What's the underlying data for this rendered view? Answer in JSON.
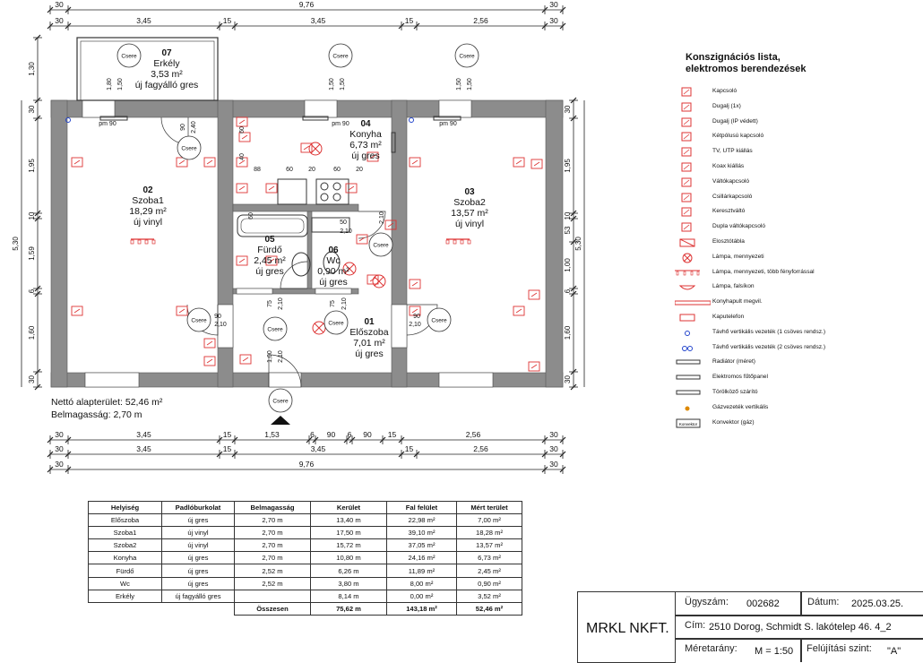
{
  "dims": {
    "top1": [
      "30",
      "9,76",
      "30"
    ],
    "top2": [
      "30",
      "3,45",
      "15",
      "3,45",
      "15",
      "2,56",
      "30"
    ],
    "bot1": [
      "30",
      "3,45",
      "15",
      "1,53",
      "6",
      "90",
      "6",
      "90",
      "15",
      "2,56",
      "30"
    ],
    "bot2": [
      "30",
      "3,45",
      "15",
      "3,45",
      "15",
      "2,56",
      "30"
    ],
    "bot3": [
      "30",
      "9,76",
      "30"
    ],
    "left": [
      "1,30",
      "30",
      "1,95",
      "10",
      "1,59",
      "6",
      "1,60",
      "30"
    ],
    "left_total": "5,30",
    "right": [
      "30",
      "1,95",
      "10",
      "53",
      "1,00",
      "6",
      "1,60",
      "30"
    ],
    "right_total": "5,30"
  },
  "rooms": [
    {
      "num": "07",
      "name": "Erkély",
      "area": "3,53 m²",
      "floor": "új fagyálló gres"
    },
    {
      "num": "02",
      "name": "Szoba1",
      "area": "18,29 m²",
      "floor": "új vinyl"
    },
    {
      "num": "04",
      "name": "Konyha",
      "area": "6,73 m²",
      "floor": "új gres"
    },
    {
      "num": "03",
      "name": "Szoba2",
      "area": "13,57 m²",
      "floor": "új vinyl"
    },
    {
      "num": "05",
      "name": "Fürdő",
      "area": "2,45 m²",
      "floor": "új gres"
    },
    {
      "num": "06",
      "name": "Wc",
      "area": "0,90 m²",
      "floor": "új gres"
    },
    {
      "num": "01",
      "name": "Előszoba",
      "area": "7,01 m²",
      "floor": "új gres"
    }
  ],
  "inner_labels": [
    "1,80",
    "1,50",
    "1,50",
    "1,50",
    "1,50",
    "1,50",
    "90",
    "2,40",
    "pm 90",
    "pm 90",
    "pm 90",
    "60",
    "40",
    "88",
    "60",
    "20",
    "60",
    "20",
    "50",
    "2,10",
    "2,10",
    "60",
    "75",
    "2,10",
    "75",
    "2,10",
    "90",
    "2,10",
    "90",
    "2,10",
    "1,00",
    "2,10"
  ],
  "swap_label": "Csere",
  "stats": {
    "area": "Nettó alapterület: 52,46 m²",
    "height": "Belmagasság: 2,70 m"
  },
  "legend": {
    "title": [
      "Konszignációs lista,",
      "elektromos berendezések"
    ],
    "items": [
      {
        "label": "Kapcsoló",
        "icon": "switch-icon"
      },
      {
        "label": "Dugalj (1x)",
        "icon": "socket-icon"
      },
      {
        "label": "Dugalj (IP védett)",
        "icon": "socket-ip-icon"
      },
      {
        "label": "Kétpólusú kapcsoló",
        "icon": "double-pole-switch-icon"
      },
      {
        "label": "TV, UTP kiállás",
        "icon": "tv-utp-icon"
      },
      {
        "label": "Koax kiállás",
        "icon": "coax-icon"
      },
      {
        "label": "Váltókapcsoló",
        "icon": "changeover-switch-icon"
      },
      {
        "label": "Csillárkapcsoló",
        "icon": "chandelier-switch-icon"
      },
      {
        "label": "Keresztváltó",
        "icon": "cross-switch-icon"
      },
      {
        "label": "Dupla váltókapcsoló",
        "icon": "double-changeover-icon"
      },
      {
        "label": "Elosztótábla",
        "icon": "distribution-board-icon"
      },
      {
        "label": "Lámpa, mennyezeti",
        "icon": "ceiling-lamp-icon"
      },
      {
        "label": "Lámpa, mennyezeti, több fényforrással",
        "icon": "multi-lamp-icon"
      },
      {
        "label": "Lámpa, falsíkon",
        "icon": "wall-lamp-icon"
      },
      {
        "label": "Konyhapult megvil.",
        "icon": "counter-light-icon"
      },
      {
        "label": "Kaputelefon",
        "icon": "intercom-icon"
      },
      {
        "label": "Távhő vertikális vezeték (1 csöves rendsz.)",
        "icon": "pipe-single-icon"
      },
      {
        "label": "Távhő vertikális vezeték (2 csöves rendsz.)",
        "icon": "pipe-double-icon"
      },
      {
        "label": "Radiátor (méret)",
        "icon": "radiator-icon"
      },
      {
        "label": "Elektromos fűtőpanel",
        "icon": "heating-panel-icon"
      },
      {
        "label": "Törölköző szárító",
        "icon": "towel-dryer-icon"
      },
      {
        "label": "Gázvezeték vertikális",
        "icon": "gas-pipe-icon"
      },
      {
        "label": "Konvektor (gáz)",
        "icon": "convector-icon"
      }
    ],
    "icon_texts": [
      "Konvektor"
    ]
  },
  "table": {
    "headers": [
      "Helyiség",
      "Padlóburkolat",
      "Belmagasság",
      "Kerület",
      "Fal felület",
      "Mért terület"
    ],
    "rows": [
      [
        "Előszoba",
        "új gres",
        "2,70 m",
        "13,40 m",
        "22,98 m²",
        "7,00 m²"
      ],
      [
        "Szoba1",
        "új vinyl",
        "2,70 m",
        "17,50 m",
        "39,10 m²",
        "18,28 m²"
      ],
      [
        "Szoba2",
        "új vinyl",
        "2,70 m",
        "15,72 m",
        "37,05 m²",
        "13,57 m²"
      ],
      [
        "Konyha",
        "új gres",
        "2,70 m",
        "10,80 m",
        "24,16 m²",
        "6,73 m²"
      ],
      [
        "Fürdő",
        "új gres",
        "2,52 m",
        "6,26 m",
        "11,89 m²",
        "2,45 m²"
      ],
      [
        "Wc",
        "új gres",
        "2,52 m",
        "3,80 m",
        "8,00 m²",
        "0,90 m²"
      ],
      [
        "Erkély",
        "új fagyálló gres",
        "",
        "8,14 m",
        "0,00 m²",
        "3,52 m²"
      ]
    ],
    "total_label": "Összesen",
    "totals": [
      "75,62 m",
      "143,18 m²",
      "52,46 m²"
    ]
  },
  "title_block": {
    "company": "MRKL NKFT.",
    "case_label": "Ügyszám:",
    "case_value": "002682",
    "date_label": "Dátum:",
    "date_value": "2025.03.25.",
    "address_label": "Cím:",
    "address_value": "2510 Dorog, Schmidt S. lakótelep 46. 4_2",
    "scale_label": "Méretarány:",
    "scale_value": "M = 1:50",
    "level_label": "Felújítási szint:",
    "level_value": "\"A\""
  }
}
